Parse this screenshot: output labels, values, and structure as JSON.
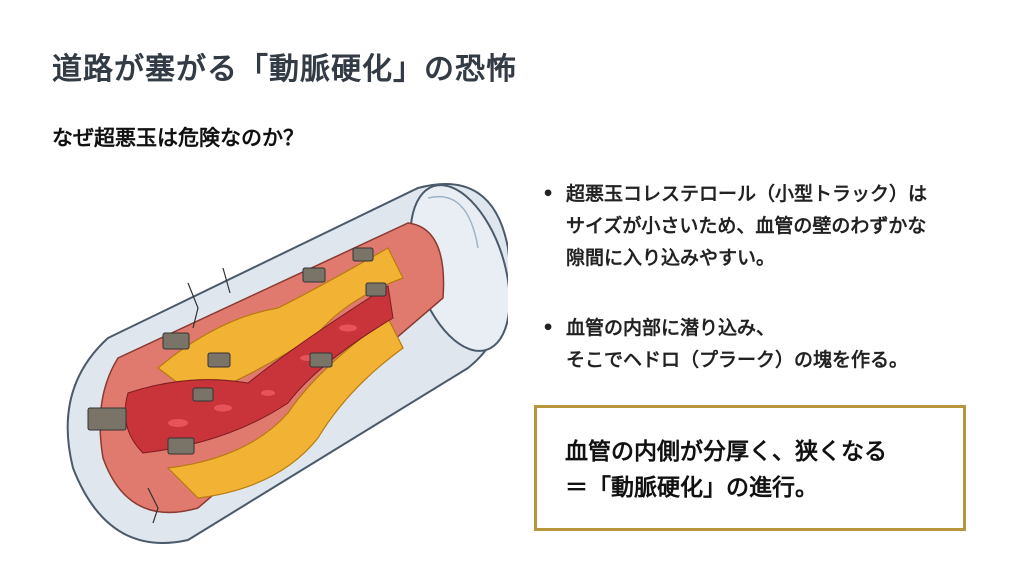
{
  "slide": {
    "title": "道路が塞がる「動脈硬化」の恐怖",
    "subtitle": "なぜ超悪玉は危険なのか？"
  },
  "bullets": [
    {
      "marker": "•",
      "lines": [
        "超悪玉コレステロール（小型トラック）は",
        "サイズが小さいため、血管の壁のわずかな",
        "隙間に入り込みやすい。"
      ]
    },
    {
      "marker": "•",
      "lines": [
        "血管の内部に潜り込み、",
        "そこでヘドロ（プラーク）の塊を作る。"
      ]
    }
  ],
  "callout": {
    "lines": [
      "血管の内側が分厚く、狭くなる",
      "＝「動脈硬化」の進行。"
    ],
    "border_color": "#b8963e"
  },
  "illustration": {
    "subject": "artery cross-section with plaque and small trucks",
    "colors": {
      "wall": "#dfe6ee",
      "lumen": "#c9343a",
      "plaque": "#f2b233",
      "truck": "#7a7468"
    }
  }
}
